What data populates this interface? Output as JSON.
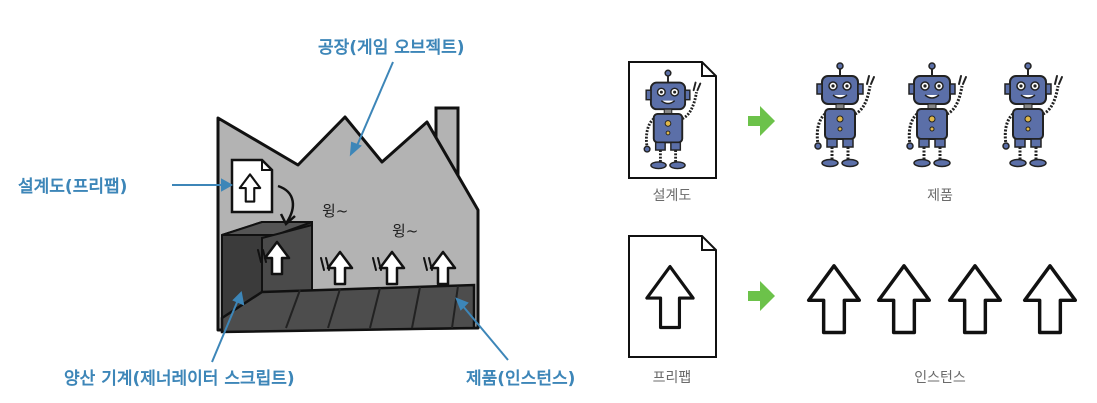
{
  "left_illustration": {
    "factory_label": "공장(게임 오브젝트)",
    "blueprint_label": "설계도(프리팹)",
    "machine_label": "양산 기계(제너레이터 스크립트)",
    "product_label": "제품(인스턴스)",
    "hum_1": "윙~",
    "hum_2": "윙~"
  },
  "right_illustration": {
    "blueprint_caption": "설계도",
    "products_caption": "제품",
    "prefab_caption": "프리팹",
    "instances_caption": "인스턴스",
    "arrow_color": "#6cc24a",
    "robot_color": "#5b6fa8"
  },
  "colors": {
    "label_blue": "#3d86b8",
    "factory_gray": "#b3b3b3",
    "machine_dark": "#4a4a4a"
  }
}
